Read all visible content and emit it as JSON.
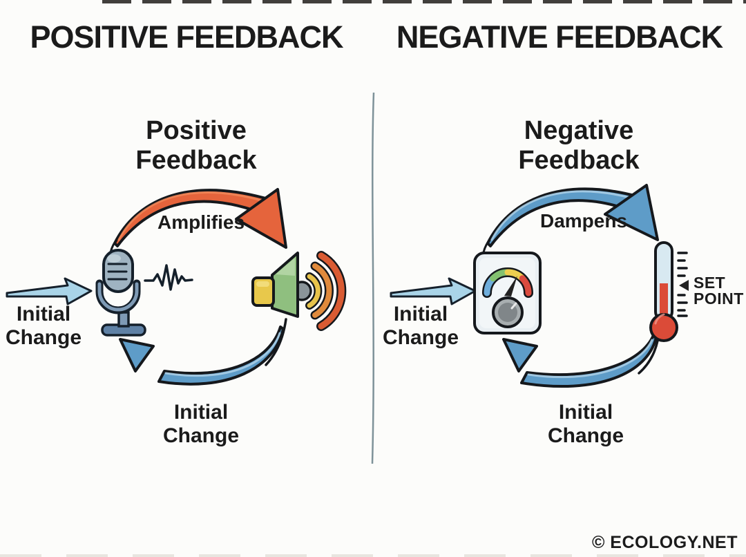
{
  "headers": {
    "left": "POSITIVE FEEDBACK",
    "right": "NEGATIVE FEEDBACK"
  },
  "left_panel": {
    "title": "Positive\nFeedback",
    "top_arrow_label": "Amplifies",
    "input_label": "Initial\nChange",
    "bottom_arrow_label": "Initial\nChange",
    "icons": {
      "input": "microphone-icon",
      "signal": "sound-wave-icon",
      "output": "speaker-icon"
    }
  },
  "right_panel": {
    "title": "Negative\nFeedback",
    "top_arrow_label": "Dampens",
    "input_label": "Initial\nChange",
    "bottom_arrow_label": "Initial\nChange",
    "set_point_label": "SET\nPOINT",
    "icons": {
      "input": "thermostat-gauge-icon",
      "output": "thermometer-icon",
      "marker": "set-point-marker-icon"
    }
  },
  "footer": {
    "copyright": "© ECOLOGY.NET"
  },
  "colors": {
    "background": "#FCFCFA",
    "text": "#1B1B1B",
    "amplify_arrow": "#E5643C",
    "loop_arrow": "#5E9CC8",
    "loop_arrow_highlight": "#A9CDE4",
    "input_arrow": "#A9D4E8",
    "divider": "#7E9299",
    "thermo_red": "#DB4B38",
    "gauge_blue": "#6FAEDC",
    "gauge_green": "#83C16F",
    "gauge_yellow": "#EECF4F",
    "gauge_red": "#DB4B3F"
  }
}
